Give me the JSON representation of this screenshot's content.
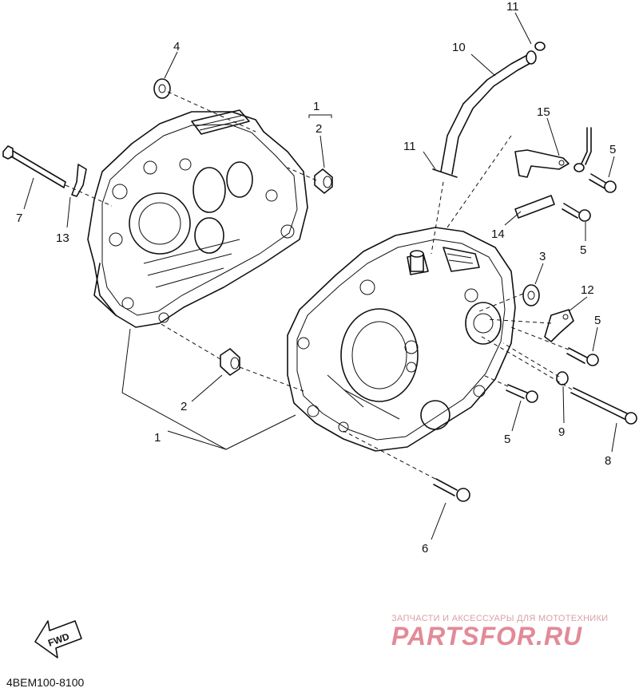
{
  "callouts": {
    "c1a": "1",
    "c2a": "2",
    "c1b": "1",
    "c2b": "2",
    "c3": "3",
    "c4": "4",
    "c5a": "5",
    "c5b": "5",
    "c5c": "5",
    "c5d": "5",
    "c6": "6",
    "c7": "7",
    "c8": "8",
    "c9": "9",
    "c10": "10",
    "c11a": "11",
    "c11b": "11",
    "c12": "12",
    "c13": "13",
    "c14": "14",
    "c15": "15"
  },
  "fwd_label": "FWD",
  "diagram_code": "4BEM100-8100",
  "watermark": {
    "tagline": "ЗАПЧАСТИ И АКСЕССУАРЫ ДЛЯ МОТОТЕХНИКИ",
    "brand": "PARTSFOR.RU"
  },
  "colors": {
    "ink": "#111111",
    "watermark": "#e28a97"
  }
}
